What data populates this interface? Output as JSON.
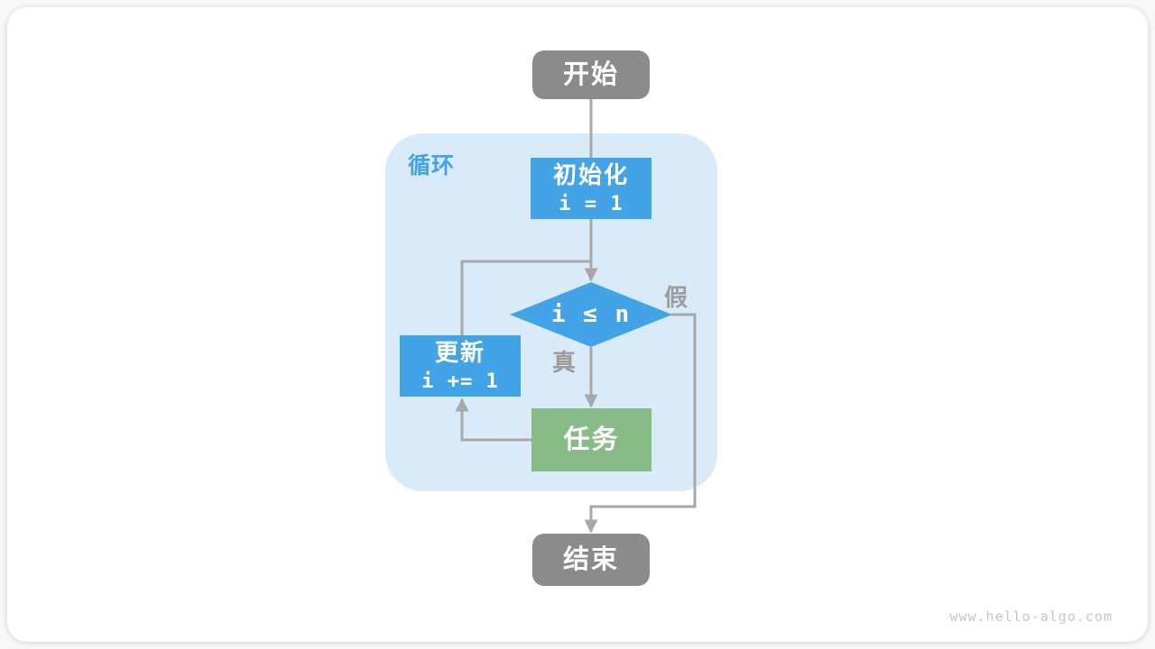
{
  "page": {
    "watermark": "www.hello-algo.com"
  },
  "diagram": {
    "loop_label": "循环",
    "nodes": {
      "start": {
        "label": "开始"
      },
      "init": {
        "title": "初始化",
        "code": "i = 1"
      },
      "cond": {
        "label": "i ≤ n"
      },
      "update": {
        "title": "更新",
        "code": "i += 1"
      },
      "task": {
        "label": "任务"
      },
      "end": {
        "label": "结束"
      }
    },
    "edge_labels": {
      "true_label": "真",
      "false_label": "假"
    },
    "colors": {
      "node_blue": "#42a4e6",
      "node_green": "#88bb87",
      "node_gray": "#8b8b8b",
      "loop_background": "#d9ebf8",
      "loop_label_blue": "#42a3e4",
      "connector_gray": "#a8a8a8",
      "edge_label_gray": "#9c9c9c"
    }
  }
}
